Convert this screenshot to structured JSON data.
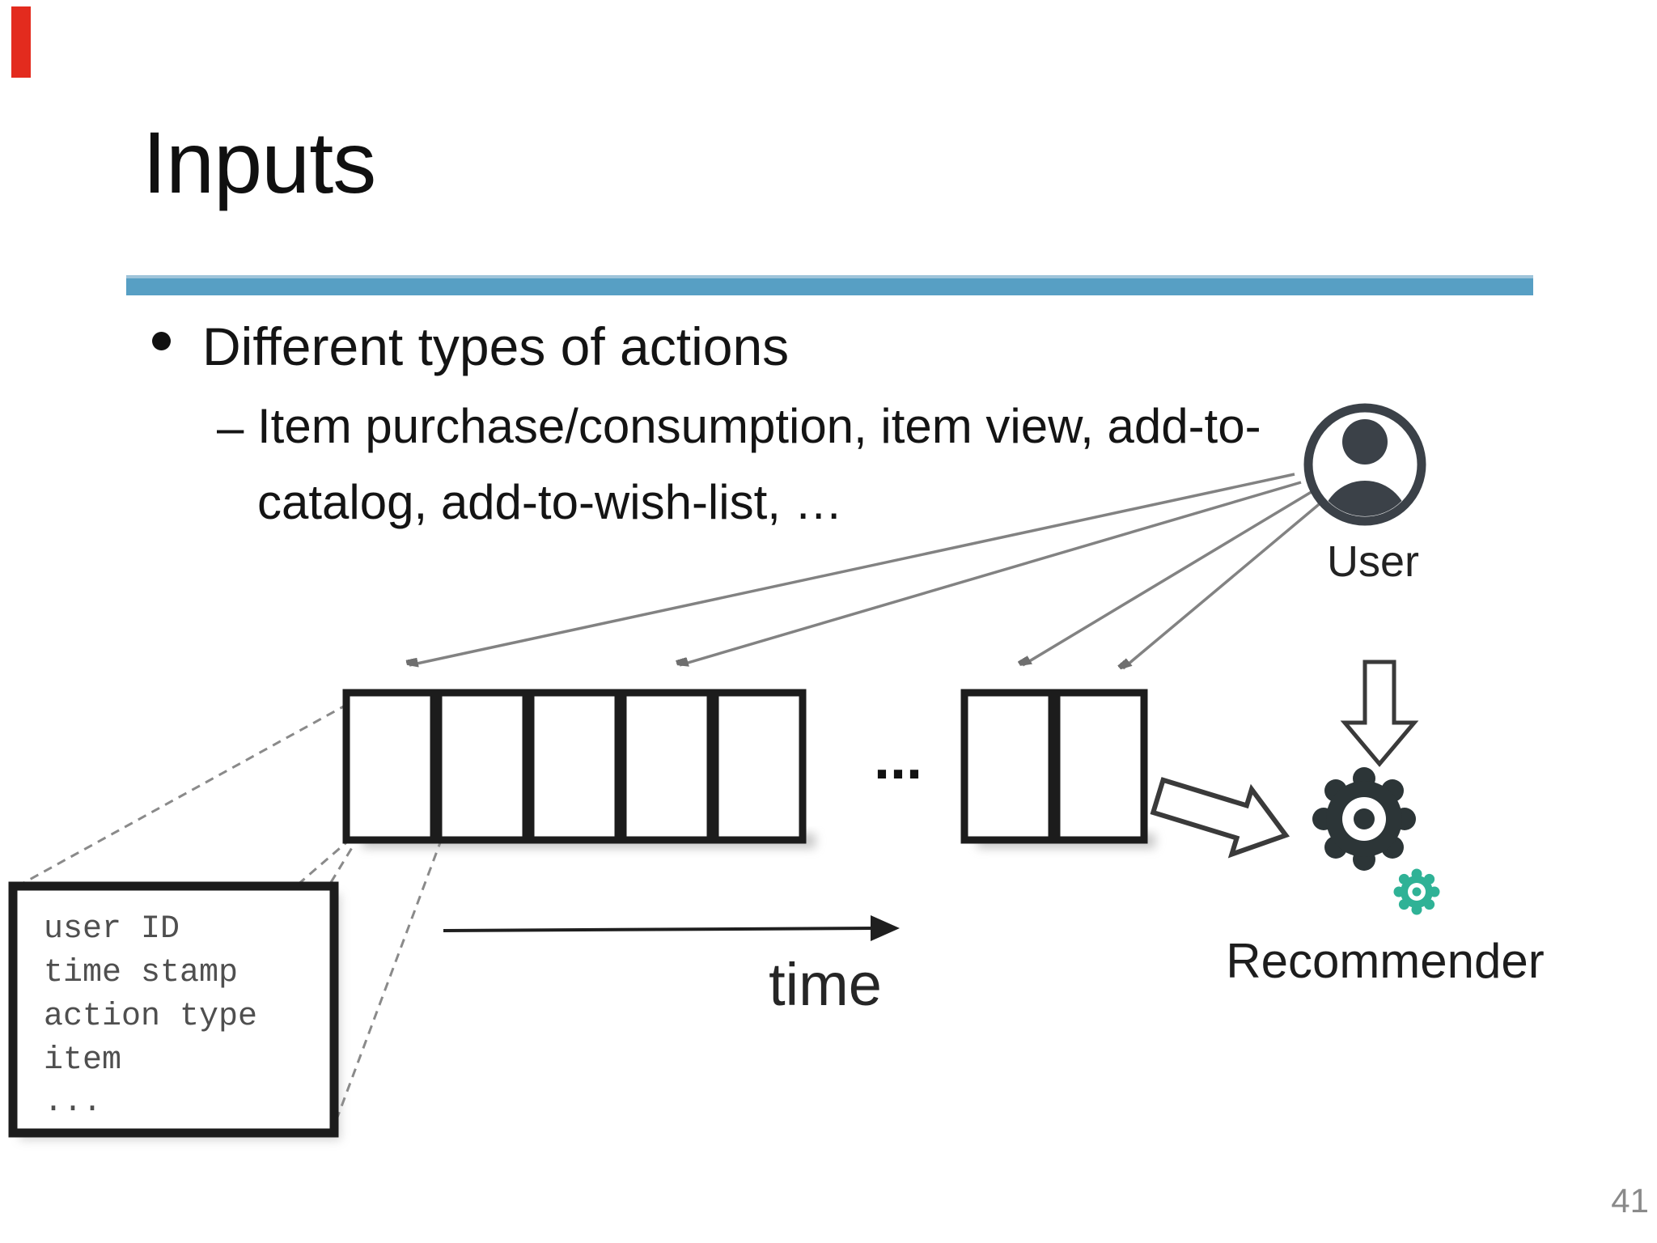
{
  "slide": {
    "title": "Inputs",
    "bullet_marker": "•",
    "bullet_text": "Different types of actions",
    "sub_bullet_marker": "–",
    "sub_bullet_line1": "Item purchase/consumption, item view, add-to-",
    "sub_bullet_line2": "catalog, add-to-wish-list, …",
    "page_number": "41",
    "accent_color": "#579fc4",
    "marker_color": "#e32b1e"
  },
  "diagram": {
    "user_label": "User",
    "time_label": "time",
    "gap_ellipsis": "...",
    "recommender_label": "Recommender",
    "record_card": {
      "fields": [
        "user ID",
        "time stamp",
        "action type",
        "item",
        "..."
      ]
    },
    "colors": {
      "box_border": "#1c1c1c",
      "connector_gray": "#828282",
      "gear_dark": "#2c3537",
      "gear_teal": "#2fb296"
    }
  }
}
